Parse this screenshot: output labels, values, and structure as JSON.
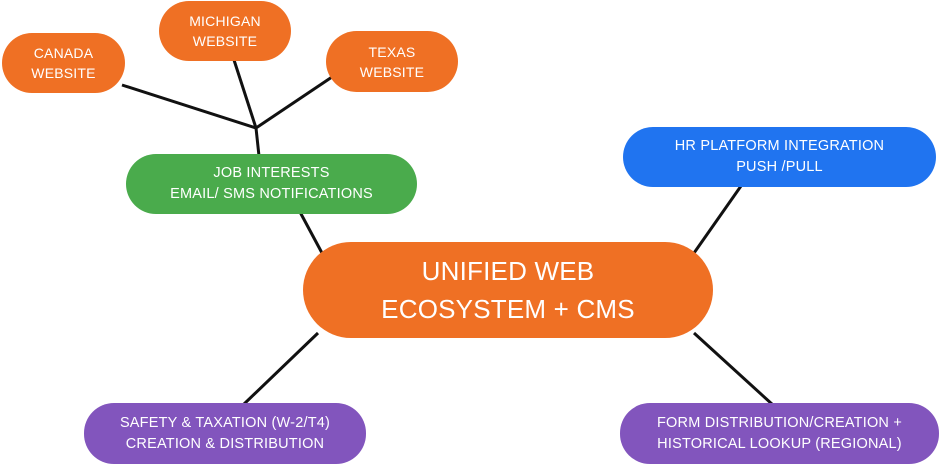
{
  "diagram": {
    "center": {
      "line1": "UNIFIED WEB",
      "line2": "ECOSYSTEM + CMS",
      "color": "#ef7024"
    },
    "canada": {
      "line1": "CANADA",
      "line2": "WEBSITE",
      "color": "#ef7024"
    },
    "michigan": {
      "line1": "MICHIGAN",
      "line2": "WEBSITE",
      "color": "#ef7024"
    },
    "texas": {
      "line1": "TEXAS",
      "line2": "WEBSITE",
      "color": "#ef7024"
    },
    "job_interests": {
      "line1": "JOB INTERESTS",
      "line2": "EMAIL/ SMS NOTIFICATIONS",
      "color": "#4aab4c"
    },
    "hr_platform": {
      "line1": "HR PLATFORM INTEGRATION",
      "line2": "PUSH /PULL",
      "color": "#2074f0"
    },
    "safety_taxation": {
      "line1": "SAFETY & TAXATION (W-2/T4)",
      "line2": "CREATION & DISTRIBUTION",
      "color": "#8255bd"
    },
    "form_distribution": {
      "line1": "FORM DISTRIBUTION/CREATION +",
      "line2": "HISTORICAL LOOKUP (REGIONAL)",
      "color": "#8255bd"
    },
    "connector_color": "#111111"
  }
}
